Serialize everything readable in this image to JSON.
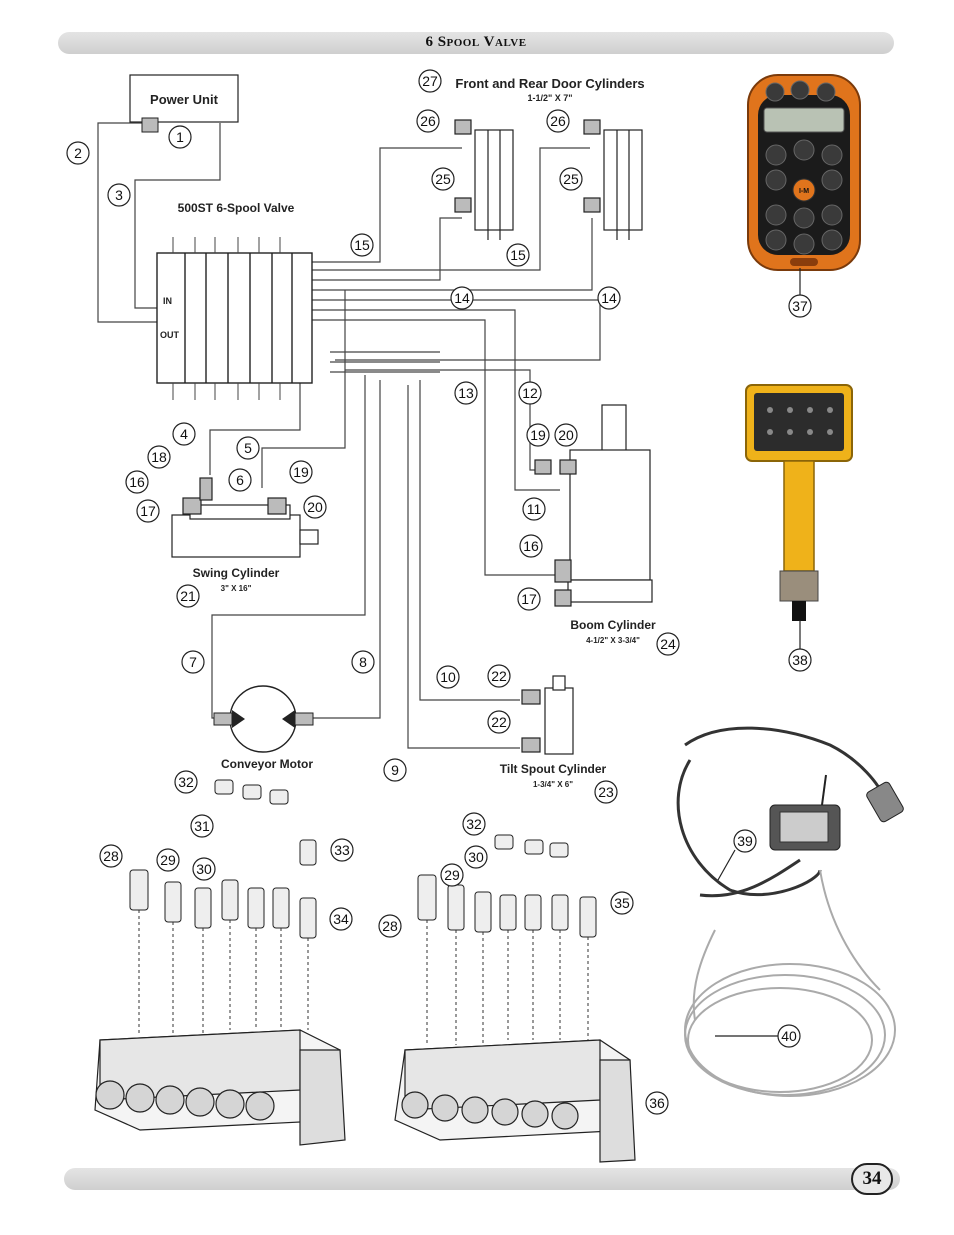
{
  "header": {
    "title": "6 Spool Valve"
  },
  "footer": {
    "page_number": "34"
  },
  "labels": {
    "power_unit": "Power Unit",
    "valve": "500ST 6-Spool Valve",
    "valve_in": "IN",
    "valve_out": "OUT",
    "door_cyl_title": "Front and Rear Door Cylinders",
    "door_cyl_size": "1-1/2\" X 7\"",
    "swing_title": "Swing Cylinder",
    "swing_size": "3\" X 16\"",
    "boom_title": "Boom Cylinder",
    "boom_size": "4-1/2\" X 3-3/4\"",
    "motor_title": "Conveyor Motor",
    "tilt_title": "Tilt Spout Cylinder",
    "tilt_size": "1-3/4\" X 6\""
  },
  "callouts": [
    "1",
    "2",
    "3",
    "4",
    "5",
    "6",
    "7",
    "8",
    "9",
    "10",
    "11",
    "12",
    "13",
    "14",
    "15",
    "16",
    "17",
    "18",
    "19",
    "20",
    "21",
    "22",
    "23",
    "24",
    "25",
    "26",
    "27",
    "28",
    "29",
    "30",
    "31",
    "32",
    "33",
    "34",
    "35",
    "36",
    "37",
    "38",
    "39",
    "40"
  ],
  "remote_logo": "I-M"
}
